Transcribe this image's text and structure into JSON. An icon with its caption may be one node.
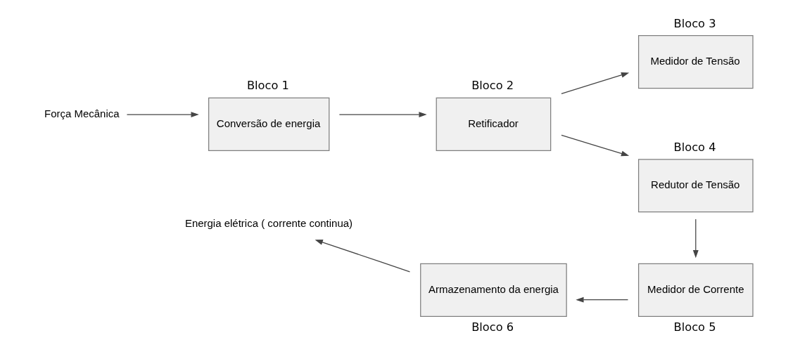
{
  "diagram": {
    "nodes": [
      {
        "text": [
          "Força Mecânica"
        ]
      },
      {
        "text": [
          "Conversão de energia"
        ],
        "beside": [
          "Bloco 1"
        ]
      },
      {
        "text": [
          "Retificador"
        ],
        "beside": [
          "Bloco 2"
        ]
      },
      {
        "text": [
          "Medidor de Tensão"
        ],
        "beside": [
          "Bloco 3"
        ]
      },
      {
        "text": [
          "Redutor de Tensão"
        ],
        "beside": [
          "Bloco 4"
        ]
      },
      {
        "text": [
          "Medidor de Corrente"
        ],
        "beside": [
          "Bloco 5"
        ]
      },
      {
        "text": [
          "Armazenamento da energia"
        ],
        "beside": [
          "Bloco 6"
        ]
      },
      {
        "text": [
          "Energia elétrica ( corrente continua)"
        ]
      }
    ],
    "edges": [
      {
        "from": 0,
        "to": 1,
        "arrow": "to"
      },
      {
        "from": 1,
        "to": 2,
        "arrow": "to"
      },
      {
        "from": 2,
        "to": 3,
        "arrow": "to"
      },
      {
        "from": 2,
        "to": 4,
        "arrow": "to"
      },
      {
        "from": 4,
        "to": 5,
        "arrow": "to"
      },
      {
        "from": 5,
        "to": 6,
        "arrow": "to"
      },
      {
        "from": 6,
        "to": 7,
        "arrow": "to"
      }
    ]
  }
}
